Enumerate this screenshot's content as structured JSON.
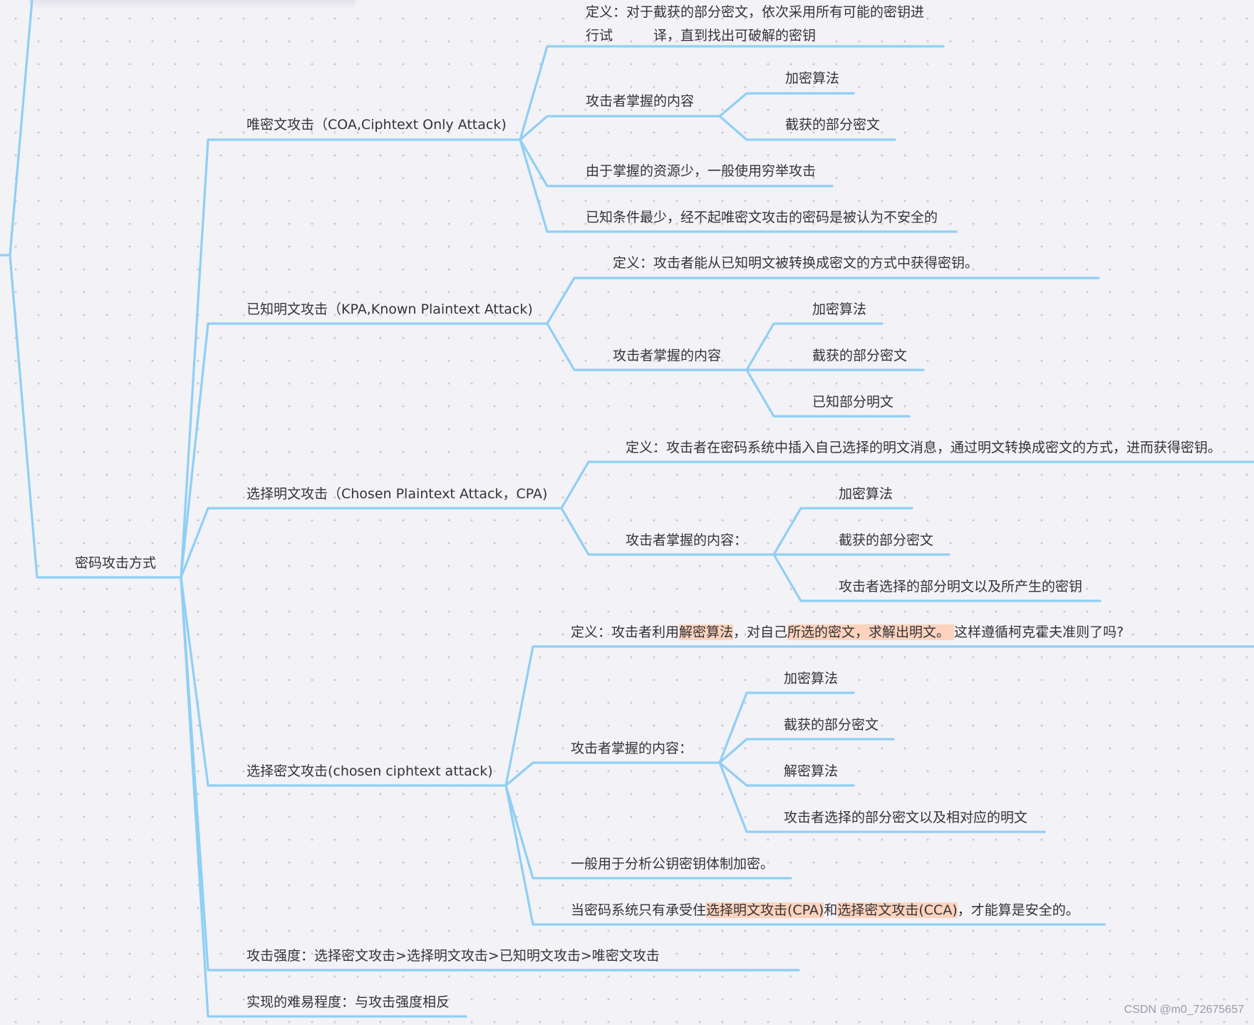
{
  "root": {
    "label": "密码攻击方式",
    "children": [
      {
        "label": "唯密文攻击（COA,Ciphtext Only Attack)",
        "children": [
          {
            "label": "定义：对于截获的部分密文，依次采用所有可能的密钥进行试　　　译，直到找出可破解的密钥",
            "lines": [
              "定义：对于截获的部分密文，依次采用所有可能的密钥进",
              "行试　　　译，直到找出可破解的密钥"
            ]
          },
          {
            "label": "攻击者掌握的内容",
            "children": [
              {
                "label": "加密算法"
              },
              {
                "label": "截获的部分密文"
              }
            ]
          },
          {
            "label": "由于掌握的资源少，一般使用穷举攻击"
          },
          {
            "label": "已知条件最少，经不起唯密文攻击的密码是被认为不安全的"
          }
        ]
      },
      {
        "label": "已知明文攻击（KPA,Known Plaintext Attack)",
        "children": [
          {
            "label": "定义：攻击者能从已知明文被转换成密文的方式中获得密钥。"
          },
          {
            "label": "攻击者掌握的内容",
            "children": [
              {
                "label": "加密算法"
              },
              {
                "label": "截获的部分密文"
              },
              {
                "label": "已知部分明文"
              }
            ]
          }
        ]
      },
      {
        "label": "选择明文攻击（Chosen Plaintext Attack，CPA)",
        "children": [
          {
            "label": "定义：攻击者在密码系统中插入自己选择的明文消息，通过明文转换成密文的方式，进而获得密钥。"
          },
          {
            "label": "攻击者掌握的内容：",
            "children": [
              {
                "label": "加密算法"
              },
              {
                "label": "截获的部分密文"
              },
              {
                "label": "攻击者选择的部分明文以及所产生的密钥"
              }
            ]
          }
        ]
      },
      {
        "label": "选择密文攻击(chosen ciphtext attack)",
        "children": [
          {
            "label": "定义：攻击者利用解密算法，对自己所选的密文，求解出明文。  这样遵循柯克霍夫准则了吗?",
            "segments": [
              {
                "text": "定义：攻击者利用",
                "hl": false
              },
              {
                "text": "解密算法",
                "hl": true
              },
              {
                "text": "，对自己",
                "hl": false
              },
              {
                "text": "所选的密文，求解出明文。 ",
                "hl": true
              },
              {
                "text": " 这样遵循柯克霍夫准则了吗?",
                "hl": false
              }
            ]
          },
          {
            "label": "攻击者掌握的内容：",
            "children": [
              {
                "label": "加密算法"
              },
              {
                "label": "截获的部分密文"
              },
              {
                "label": "解密算法"
              },
              {
                "label": "攻击者选择的部分密文以及相对应的明文"
              }
            ]
          },
          {
            "label": "一般用于分析公钥密钥体制加密。"
          },
          {
            "label": "当密码系统只有承受住选择明文攻击(CPA)和选择密文攻击(CCA)，才能算是安全的。",
            "segments": [
              {
                "text": "当密码系统只有承受住",
                "hl": false
              },
              {
                "text": "选择明文攻击(CPA)",
                "hl": true
              },
              {
                "text": "和",
                "hl": false
              },
              {
                "text": "选择密文攻击(CCA)",
                "hl": true
              },
              {
                "text": "，才能算是安全的。",
                "hl": false
              }
            ]
          }
        ]
      },
      {
        "label": "攻击强度：选择密文攻击>选择明文攻击>已知明文攻击>唯密文攻击"
      },
      {
        "label": "实现的难易程度：与攻击强度相反"
      }
    ]
  },
  "watermark": "CSDN @m0_72675657",
  "colors": {
    "edge": "#8fcff4",
    "highlight": "#fdd3bd",
    "text": "#333338",
    "background": "#f3f2f7"
  }
}
